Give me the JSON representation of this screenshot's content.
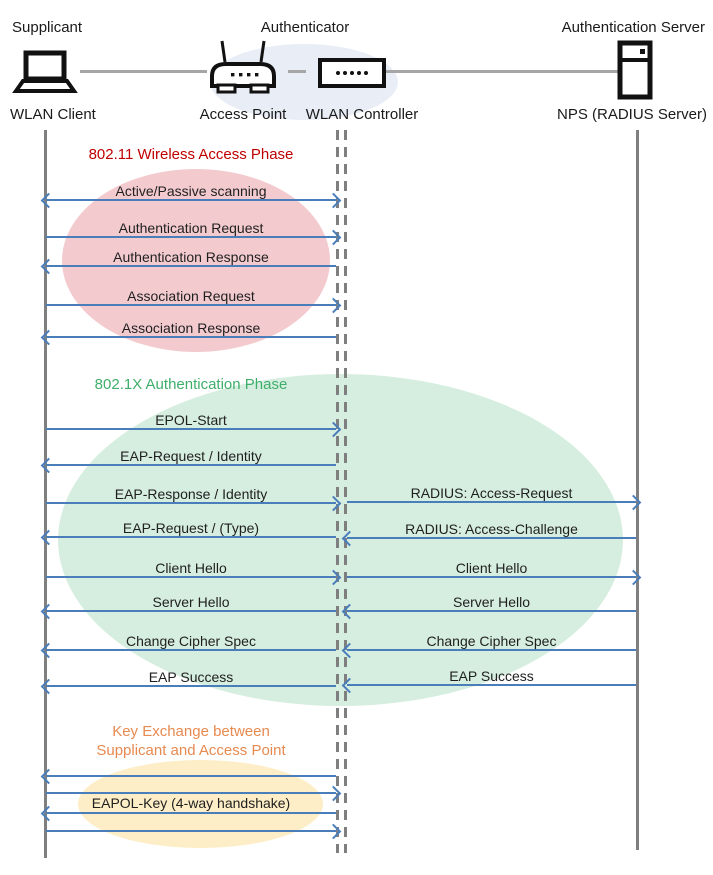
{
  "palette": {
    "arrow": "#4a7ebb",
    "lifeline": "#7f7f7f",
    "connector": "#a6a6a6",
    "icon": "#111111",
    "text": "#1f1f1f",
    "authenticator_halo": "#e9edf6",
    "phase1_fill": "#f3cbcf",
    "phase1_title_color": "#c00000",
    "phase2_fill": "#d6eedf",
    "phase2_title_color": "#3fae6a",
    "phase3_fill": "#fdeec7",
    "phase3_title_color": "#e78a50"
  },
  "header": {
    "roles": [
      "Supplicant",
      "Authenticator",
      "Authentication Server"
    ]
  },
  "nodes": [
    {
      "label": "WLAN Client",
      "icon": "laptop-icon"
    },
    {
      "label": "Access Point",
      "icon": "access-point-icon"
    },
    {
      "label": "WLAN Controller",
      "icon": "wlan-controller-icon"
    },
    {
      "label": "NPS (RADIUS Server)",
      "icon": "server-icon"
    }
  ],
  "phases": [
    {
      "title": "802.11 Wireless Access Phase",
      "messages": [
        {
          "label": "Active/Passive scanning",
          "direction": "both"
        },
        {
          "label": "Authentication Request",
          "direction": "right"
        },
        {
          "label": "Authentication Response",
          "direction": "left"
        },
        {
          "label": "Association Request",
          "direction": "right"
        },
        {
          "label": "Association Response",
          "direction": "left"
        }
      ]
    },
    {
      "title": "802.1X Authentication Phase",
      "client_wlc_messages": [
        {
          "label": "EPOL-Start",
          "direction": "right"
        },
        {
          "label": "EAP-Request / Identity",
          "direction": "left"
        },
        {
          "label": "EAP-Response / Identity",
          "direction": "right"
        },
        {
          "label": "EAP-Request / (Type)",
          "direction": "left"
        },
        {
          "label": "Client Hello",
          "direction": "right"
        },
        {
          "label": "Server Hello",
          "direction": "left"
        },
        {
          "label": "Change Cipher Spec",
          "direction": "left"
        },
        {
          "label": "EAP Success",
          "direction": "left"
        }
      ],
      "wlc_nps_messages": [
        {
          "label": "RADIUS: Access-Request",
          "direction": "right"
        },
        {
          "label": "RADIUS: Access-Challenge",
          "direction": "left"
        },
        {
          "label": "Client Hello",
          "direction": "right"
        },
        {
          "label": "Server Hello",
          "direction": "left"
        },
        {
          "label": "Change Cipher Spec",
          "direction": "left"
        },
        {
          "label": "EAP Success",
          "direction": "left"
        }
      ]
    },
    {
      "title_lines": [
        "Key Exchange between",
        "Supplicant and Access Point"
      ],
      "messages": [
        {
          "label": "",
          "direction": "left"
        },
        {
          "label": "",
          "direction": "right"
        },
        {
          "label": "EAPOL-Key (4-way handshake)",
          "direction": "left"
        },
        {
          "label": "",
          "direction": "right"
        }
      ]
    }
  ]
}
